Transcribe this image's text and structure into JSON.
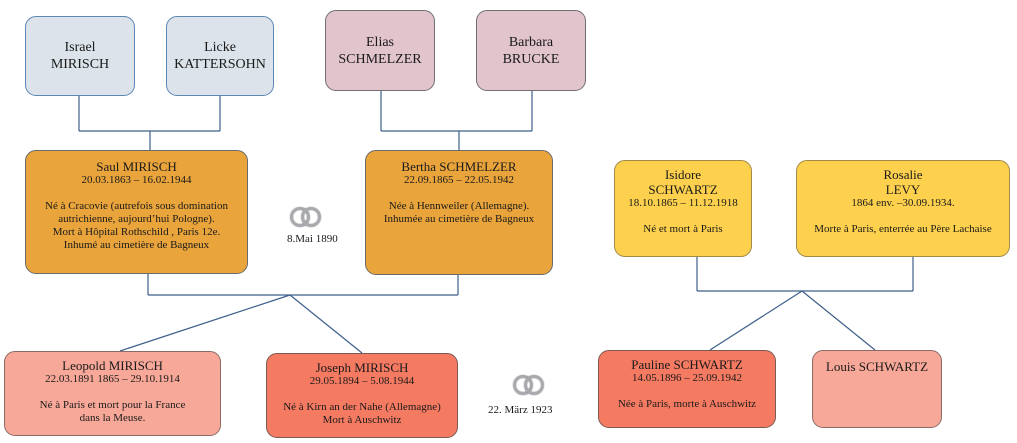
{
  "grandparents": {
    "israel": {
      "first": "Israel",
      "last": "MIRISCH"
    },
    "licke": {
      "first": "Licke",
      "last": "KATTERSOHN"
    },
    "elias": {
      "first": "Elias",
      "last": "SCHMELZER"
    },
    "barbara": {
      "first": "Barbara",
      "last": "BRUCKE"
    }
  },
  "saul": {
    "name": "Saul MIRISCH",
    "dates": "20.03.1863 – 16.02.1944",
    "note1": "Né à Cracovie (autrefois sous domination",
    "note2": "autrichienne, aujourd’hui Pologne).",
    "note3": "Mort à Hôpital Rothschild , Paris 12e.",
    "note4": "Inhumé au cimetière de Bagneux"
  },
  "bertha": {
    "name": "Bertha SCHMELZER",
    "dates": "22.09.1865 – 22.05.1942",
    "note1": "Née à Hennweiler (Allemagne).",
    "note2": "Inhumée au cimetière de Bagneux"
  },
  "marriage1": {
    "date": "8.Mai 1890"
  },
  "isidore": {
    "first": "Isidore",
    "last": "SCHWARTZ",
    "dates": "18.10.1865 – 11.12.1918",
    "note": "Né et mort à Paris"
  },
  "rosalie": {
    "first": "Rosalie",
    "last": "LEVY",
    "dates": "1864 env. –30.09.1934.",
    "note": "Morte à Paris, enterrée au Père Lachaise"
  },
  "leopold": {
    "name": "Leopold MIRISCH",
    "dates": "22.03.1891 1865 – 29.10.1914",
    "note1": "Né à Paris et mort pour la France",
    "note2": "dans la Meuse."
  },
  "joseph": {
    "name": "Joseph MIRISCH",
    "dates": "29.05.1894 – 5.08.1944",
    "note1": "Né à Kirn an der Nahe (Allemagne)",
    "note2": "Mort à Auschwitz"
  },
  "marriage2": {
    "date": "22. März 1923"
  },
  "pauline": {
    "name": "Pauline SCHWARTZ",
    "dates": "14.05.1896 – 25.09.1942",
    "note": "Née à Paris, morte à Auschwitz"
  },
  "louis": {
    "name": "Louis SCHWARTZ"
  }
}
